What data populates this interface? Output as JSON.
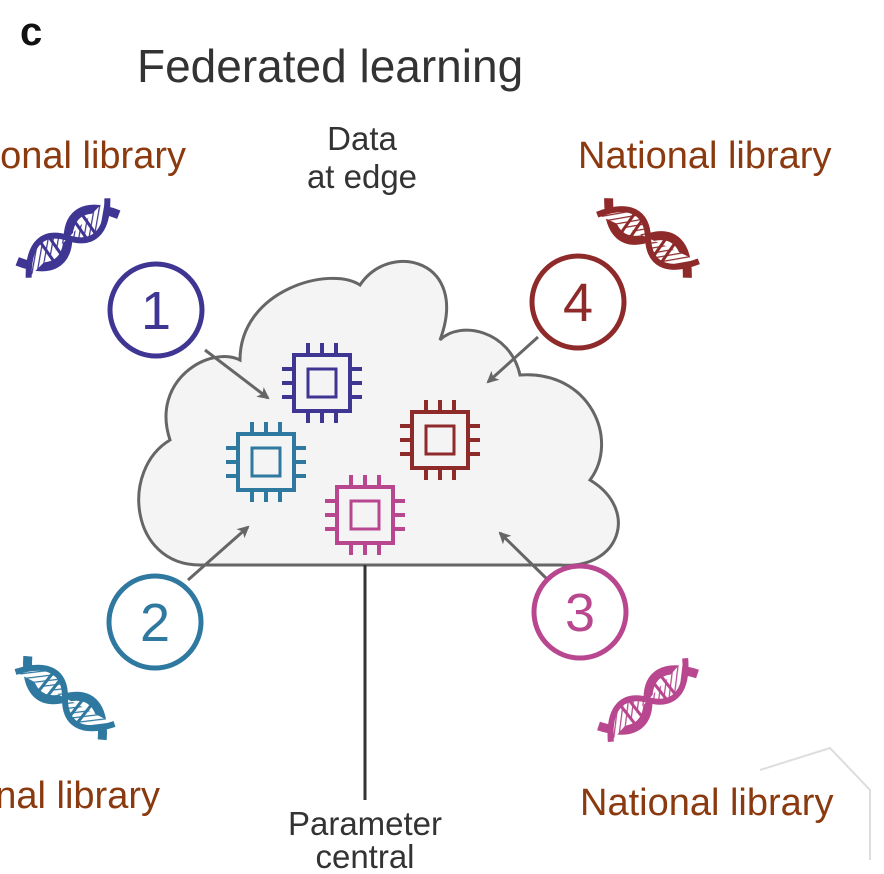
{
  "panel": {
    "letter": "c",
    "title": "Federated learning"
  },
  "labels": {
    "top_center_line1": "Data",
    "top_center_line2": "at edge",
    "bottom_center_line1": "Parameter",
    "bottom_center_line2": "central"
  },
  "nodes": [
    {
      "number": "1",
      "library_label": "National library",
      "color": "#3f3592"
    },
    {
      "number": "2",
      "library_label": "National library",
      "color": "#2f78a0"
    },
    {
      "number": "3",
      "library_label": "National library",
      "color": "#b8478f"
    },
    {
      "number": "4",
      "library_label": "National library",
      "color": "#8e2a2a"
    }
  ],
  "colors": {
    "label_brown": "#8b3a10",
    "cloud_fill": "#f4f4f4",
    "cloud_stroke": "#666666",
    "text_dark": "#333333"
  },
  "icons": [
    "dna-icon",
    "chip-icon",
    "arrow-icon"
  ]
}
